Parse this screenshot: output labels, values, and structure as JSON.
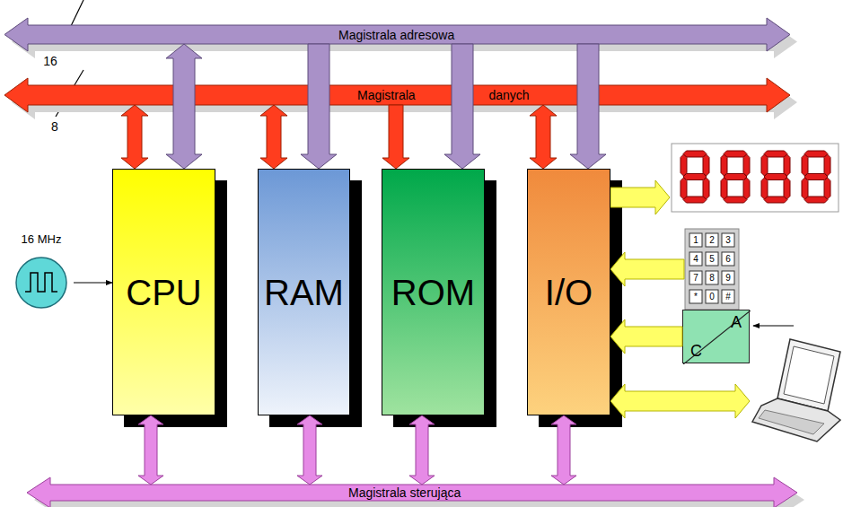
{
  "diagram": {
    "nodes": [
      {
        "text": [
          "Magistrala adresowa"
        ]
      },
      {
        "text": [
          "Magistrala danych"
        ]
      },
      {
        "text": [
          "16 MHz"
        ]
      },
      {
        "text": [
          "CPU"
        ]
      },
      {
        "text": [
          "RAM"
        ]
      },
      {
        "text": [
          "ROM"
        ]
      },
      {
        "text": [
          "I/O"
        ]
      },
      {
        "text": [
          "A",
          "C"
        ]
      },
      {
        "text": [
          "Magistrala sterująca"
        ]
      }
    ],
    "edges": [
      {
        "from": 1,
        "to": 3,
        "arrow": "both"
      },
      {
        "from": 0,
        "to": 3,
        "arrow": "both"
      },
      {
        "from": 1,
        "to": 4,
        "arrow": "both"
      },
      {
        "from": 0,
        "to": 4,
        "arrow": "to"
      },
      {
        "from": 1,
        "to": 5,
        "arrow": "to"
      },
      {
        "from": 0,
        "to": 5,
        "arrow": "to"
      },
      {
        "from": 1,
        "to": 6,
        "arrow": "both"
      },
      {
        "from": 0,
        "to": 6,
        "arrow": "to"
      },
      {
        "from": 3,
        "to": 8,
        "arrow": "both"
      },
      {
        "from": 4,
        "to": 8,
        "arrow": "both"
      },
      {
        "from": 5,
        "to": 8,
        "arrow": "both"
      },
      {
        "from": 6,
        "to": 8,
        "arrow": "both"
      },
      {
        "from": 2,
        "to": 3,
        "arrow": "to"
      },
      {
        "from": 7,
        "to": 6,
        "arrow": "to"
      }
    ],
    "labels": [
      "16",
      "8",
      "1",
      "2",
      "3",
      "4",
      "5",
      "6",
      "7",
      "8",
      "9",
      "*",
      "0",
      "#"
    ]
  }
}
